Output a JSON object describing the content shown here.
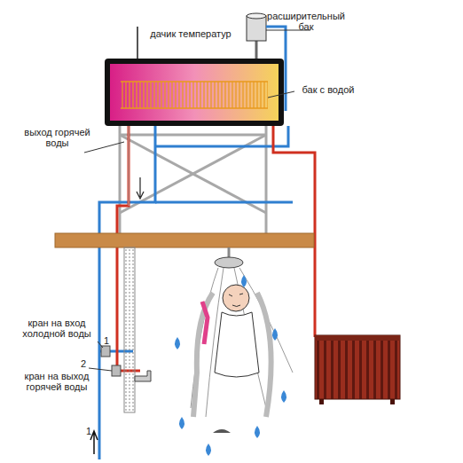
{
  "diagram": {
    "labels": [
      "дачик температур",
      "расширительный бак",
      "бак с водой",
      "выход горячей воды",
      "кран на вход холодной воды",
      "1",
      "2",
      "кран на выход горячей воды",
      "1"
    ]
  }
}
